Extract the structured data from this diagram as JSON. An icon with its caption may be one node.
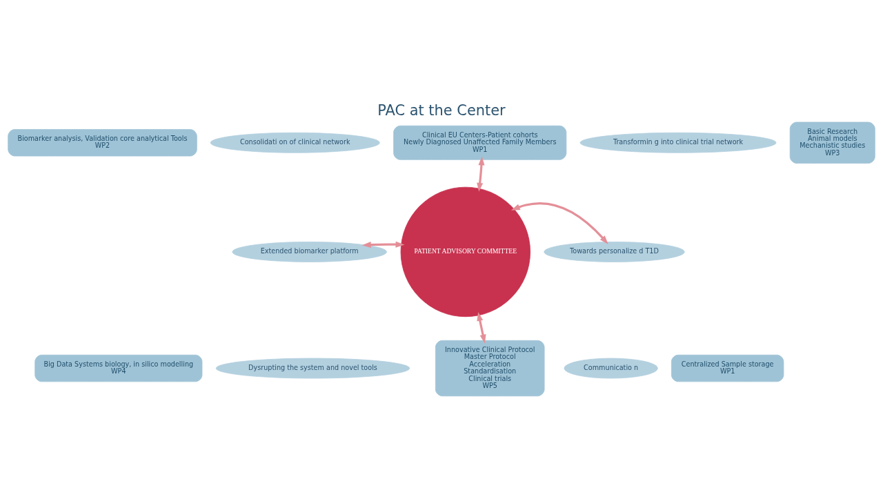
{
  "diagram": {
    "title": "PAC at the Center",
    "nodes": [
      {
        "text": [
          "Clinical EU Centers-Patient cohorts",
          "Newly Diagnosed Unaffected Family Members",
          "WP1"
        ]
      },
      {
        "text": [
          "Biomarker analysis, Validation core analytical Tools",
          "WP2"
        ]
      },
      {
        "text": [
          "Consolidati on of clinical network"
        ]
      },
      {
        "text": [
          "Transformin g into clinical trial network"
        ]
      },
      {
        "text": [
          "Basic Research",
          "Animal models",
          "Mechanistic studies",
          "WP3"
        ]
      },
      {
        "text": [
          "Extended biomarker platform"
        ]
      },
      {
        "text": [
          "PATIENT ADVISORY COMMITTEE"
        ]
      },
      {
        "text": [
          "Towards personalize d T1D"
        ]
      },
      {
        "text": [
          "Big Data Systems biology, in silico modelling",
          "WP4"
        ]
      },
      {
        "text": [
          "Dysrupting the system and novel tools"
        ]
      },
      {
        "text": [
          "Innovative Clinical Protocol",
          "Master Protocol",
          "Acceleration",
          "Standardisation",
          "Clinical trials",
          "WP5"
        ]
      },
      {
        "text": [
          "Communicatio n"
        ]
      },
      {
        "text": [
          "Centralized Sample storage",
          "WP1"
        ]
      }
    ],
    "edges": [
      {
        "from": 6,
        "to": 0,
        "arrow": "both"
      },
      {
        "from": 6,
        "to": 5,
        "arrow": "both"
      },
      {
        "from": 6,
        "to": 7,
        "arrow": "both"
      },
      {
        "from": 6,
        "to": 10,
        "arrow": "both"
      }
    ]
  }
}
